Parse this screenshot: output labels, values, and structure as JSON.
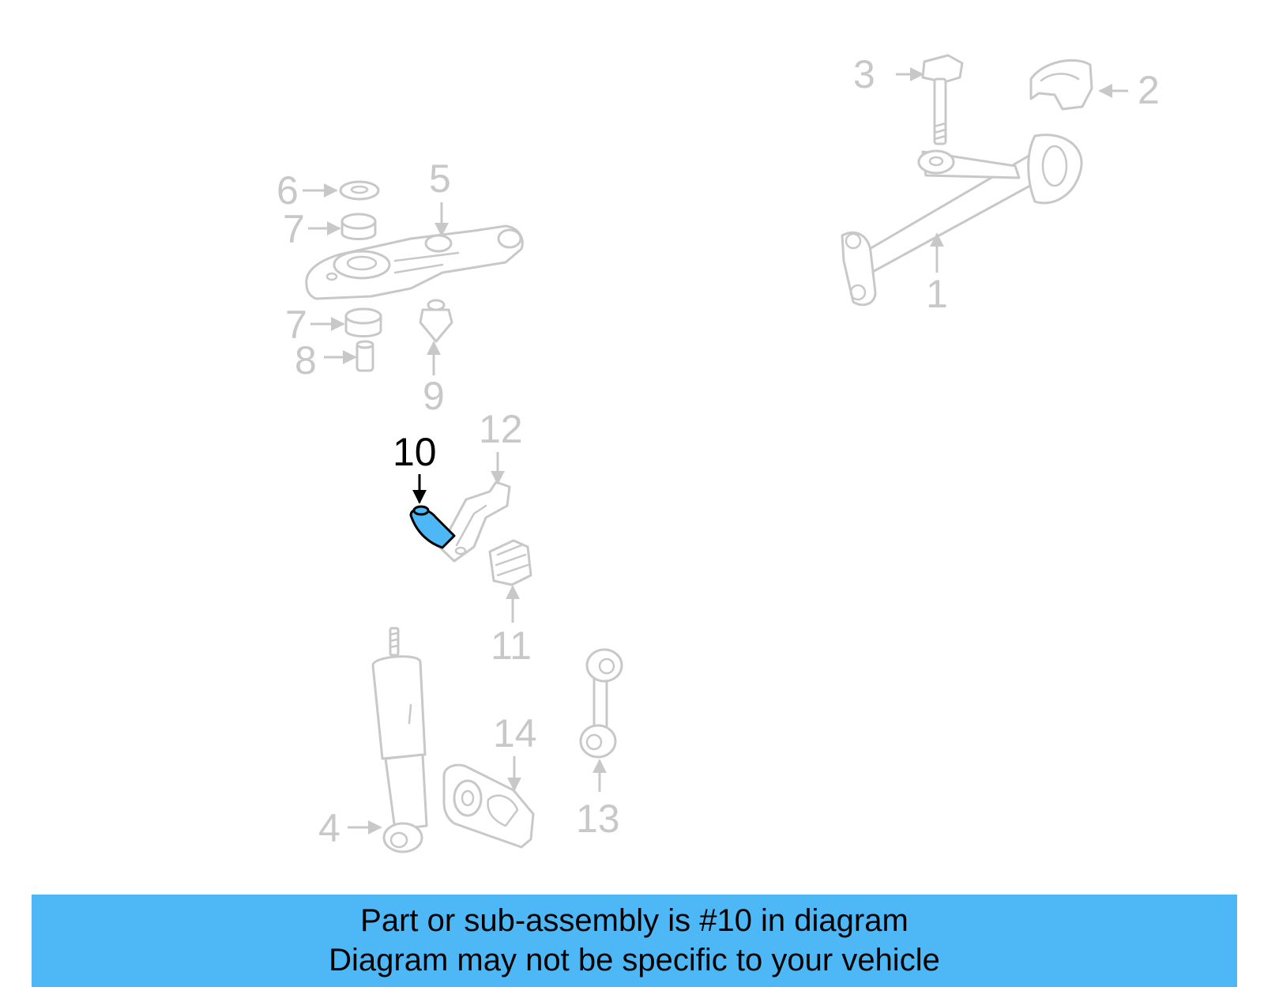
{
  "banner": {
    "line1": "Part or sub-assembly is #10 in diagram",
    "line2": "Diagram may not be specific to your vehicle",
    "color": "#4db8f5"
  },
  "diagram": {
    "highlight_part": "10",
    "highlight_color": "#4db8f5",
    "callouts": [
      "1",
      "2",
      "3",
      "4",
      "5",
      "6",
      "7",
      "7",
      "8",
      "9",
      "10",
      "11",
      "12",
      "13",
      "14"
    ]
  }
}
